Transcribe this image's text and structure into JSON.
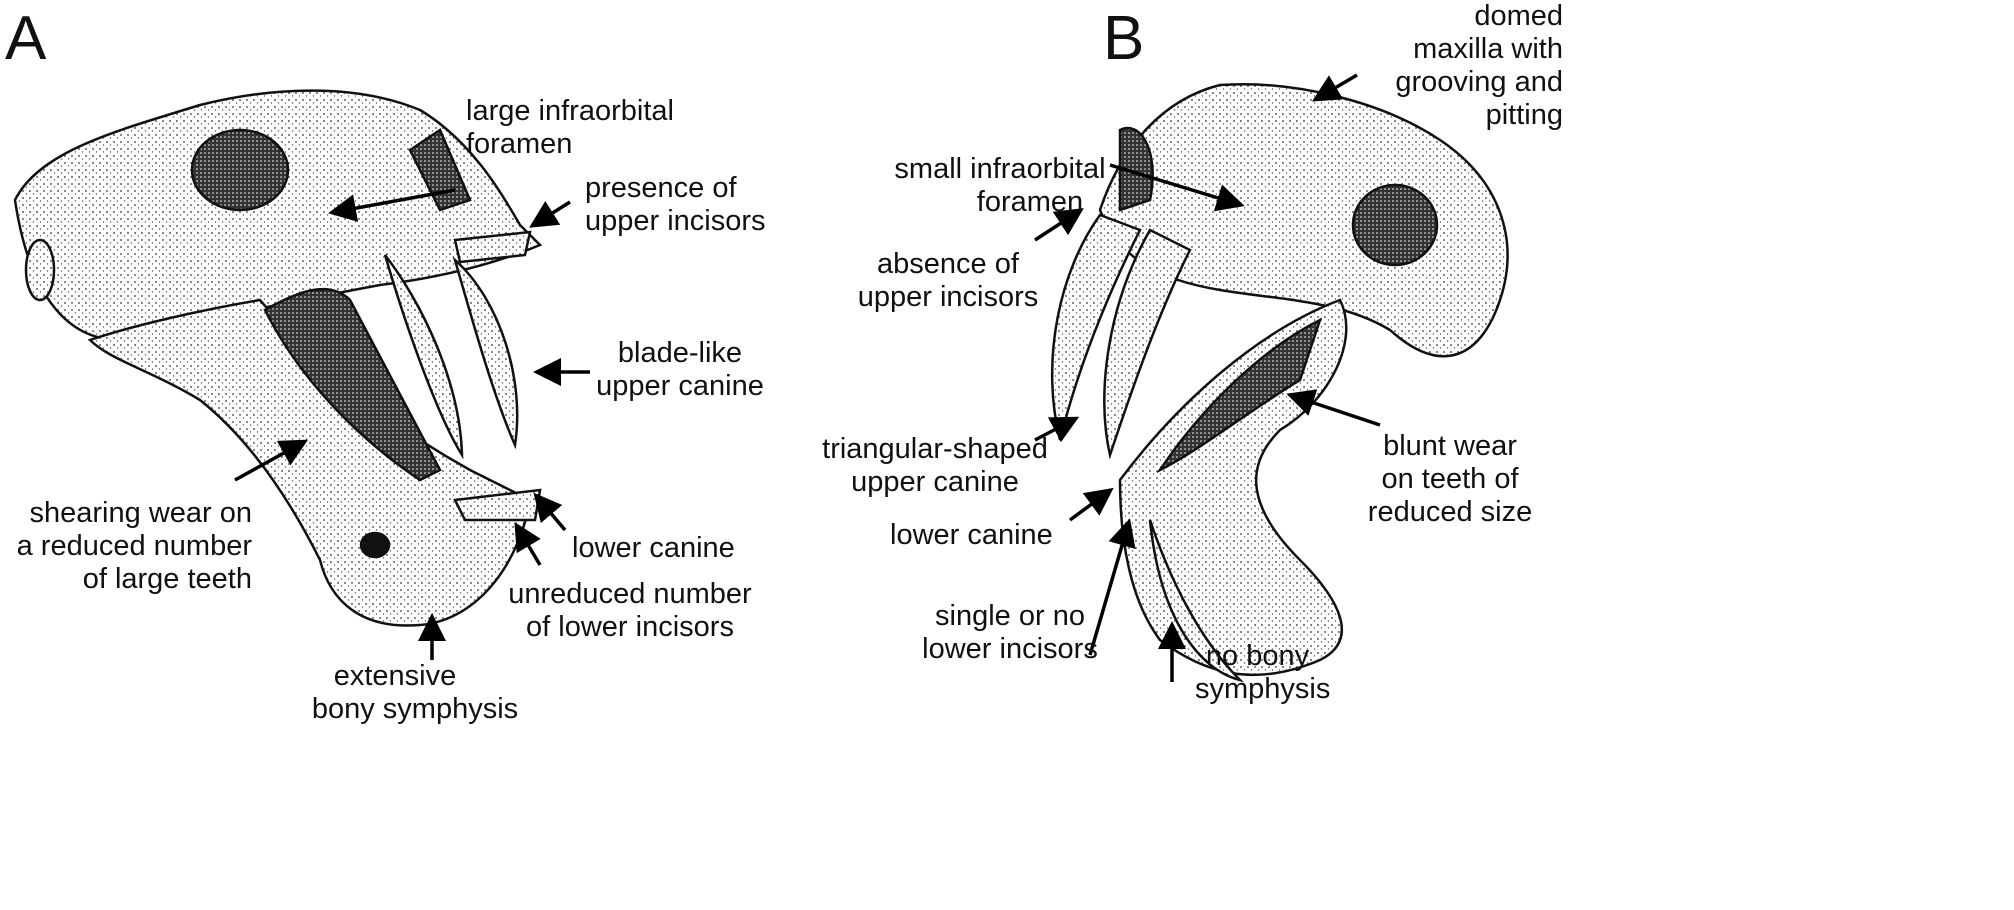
{
  "panels": {
    "a": "A",
    "b": "B"
  },
  "skull_a_labels": {
    "infraorbital": [
      "large infraorbital",
      "foramen"
    ],
    "incisors_upper": [
      "presence of",
      "upper incisors"
    ],
    "canine": [
      "blade-like",
      "upper canine"
    ],
    "shearing": [
      "shearing wear on",
      "a reduced number",
      "of large teeth"
    ],
    "lower_canine": [
      "lower canine"
    ],
    "lower_incisors": [
      "unreduced number",
      "of lower incisors"
    ],
    "symphysis": [
      "extensive",
      "bony symphysis"
    ]
  },
  "skull_b_labels": {
    "maxilla": [
      "domed",
      "maxilla with",
      "grooving and",
      "pitting"
    ],
    "infraorbital": [
      "small infraorbital",
      "foramen"
    ],
    "incisors_upper": [
      "absence of",
      "upper incisors"
    ],
    "canine": [
      "triangular-shaped",
      "upper canine"
    ],
    "blunt": [
      "blunt wear",
      "on teeth of",
      "reduced size"
    ],
    "lower_canine": [
      "lower canine"
    ],
    "lower_incisors": [
      "single or no",
      "lower incisors"
    ],
    "symphysis": [
      "no bony",
      "symphysis"
    ]
  }
}
